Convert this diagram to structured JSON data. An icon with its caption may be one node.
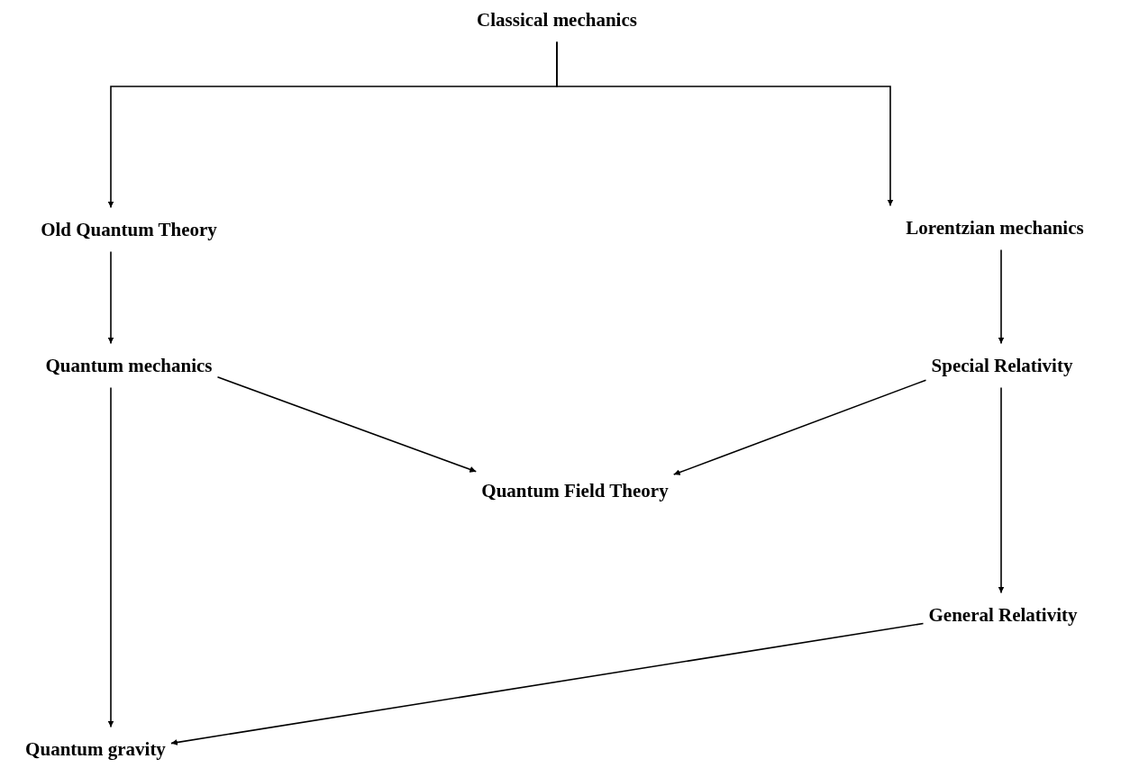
{
  "diagram": {
    "nodes": [
      {
        "text": [
          "Classical mechanics"
        ]
      },
      {
        "text": [
          "Old Quantum Theory"
        ]
      },
      {
        "text": [
          "Lorentzian mechanics"
        ]
      },
      {
        "text": [
          "Quantum mechanics"
        ]
      },
      {
        "text": [
          "Special Relativity"
        ]
      },
      {
        "text": [
          "Quantum Field Theory"
        ]
      },
      {
        "text": [
          "General Relativity"
        ]
      },
      {
        "text": [
          "Quantum gravity"
        ]
      }
    ],
    "edges": [
      {
        "from": 0,
        "to": 1,
        "arrow": "to"
      },
      {
        "from": 0,
        "to": 2,
        "arrow": "to"
      },
      {
        "from": 1,
        "to": 3,
        "arrow": "to"
      },
      {
        "from": 2,
        "to": 4,
        "arrow": "to"
      },
      {
        "from": 3,
        "to": 5,
        "arrow": "to"
      },
      {
        "from": 4,
        "to": 5,
        "arrow": "to"
      },
      {
        "from": 4,
        "to": 6,
        "arrow": "to"
      },
      {
        "from": 3,
        "to": 7,
        "arrow": "to"
      },
      {
        "from": 6,
        "to": 7,
        "arrow": "to"
      }
    ]
  }
}
